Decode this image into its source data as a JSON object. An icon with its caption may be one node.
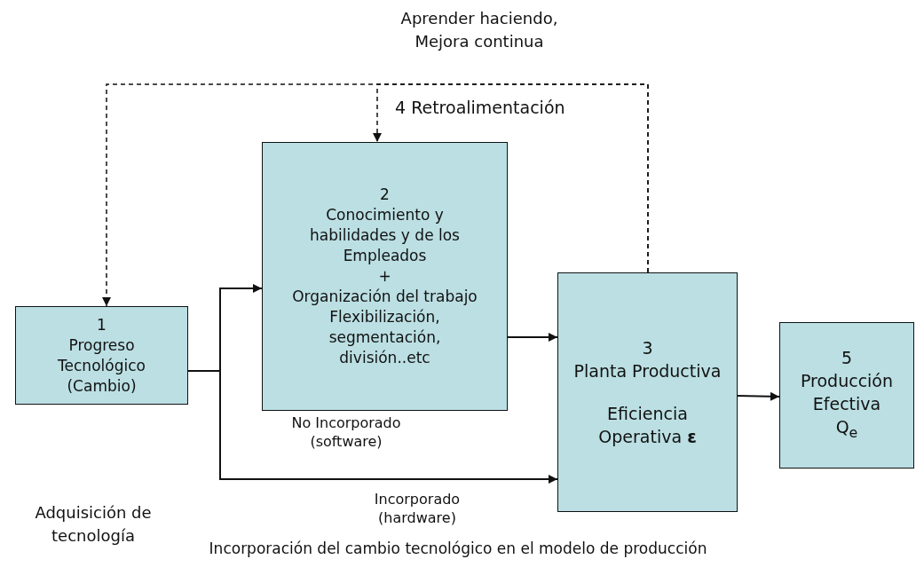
{
  "diagram": {
    "caption": "Incorporación del cambio tecnológico en el modelo de producción",
    "nodes": [
      {
        "text": [
          "1",
          "Progreso Tecnológico (Cambio)"
        ]
      },
      {
        "text": [
          "2",
          "Conocimiento y habilidades y de los Empleados",
          "+",
          "Organización del trabajo Flexibilización, segmentación, división..etc"
        ],
        "beside": [
          "No Incorporado (software)"
        ]
      },
      {
        "text": [
          "3",
          "Planta Productiva",
          "Eficiencia Operativa **ε**"
        ]
      },
      {
        "text": [
          "5",
          "Producción Efectiva",
          "Q$_{e}$"
        ]
      }
    ],
    "edges": [
      {
        "from": 0,
        "to": 1,
        "arrow": "to"
      },
      {
        "from": 0,
        "to": 2,
        "arrow": "to",
        "label": "Incorporado (hardware)"
      },
      {
        "from": 1,
        "to": 2,
        "arrow": "to"
      },
      {
        "from": 2,
        "to": 3,
        "arrow": "to"
      },
      {
        "from": 2,
        "to": 0,
        "arrow": "to",
        "style": "dashed"
      },
      {
        "from": 2,
        "to": 1,
        "arrow": "to",
        "style": "dashed"
      }
    ],
    "labels": [
      "Aprender haciendo, Mejora continua",
      "4 Retroalimentación",
      "Adquisición de tecnología"
    ]
  }
}
